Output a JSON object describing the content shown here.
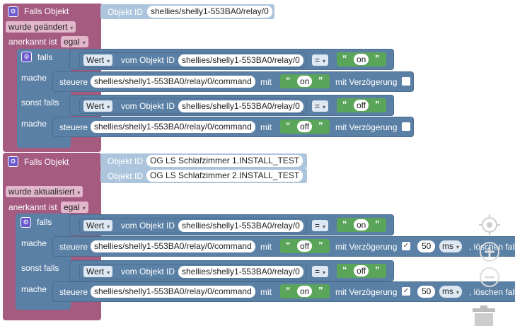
{
  "block1": {
    "title": "Falls Objekt",
    "objid_label": "Objekt ID",
    "objid_value": "shellies/shelly1-553BA0/relay/0",
    "change_dd": "wurde geändert",
    "ack_label": "anerkannt ist",
    "ack_dd": "egal",
    "if_label": "falls",
    "wert_dd": "Wert",
    "vom_label": "vom Objekt ID",
    "cmp1_obj": "shellies/shelly1-553BA0/relay/0",
    "op": "=",
    "cmp1_val": "on",
    "do_label": "mache",
    "steuere_label": "steuere",
    "cmd_obj": "shellies/shelly1-553BA0/relay/0/command",
    "mit_label": "mit",
    "set1_val": "on",
    "delay_label": "mit Verzögerung",
    "elseif_label": "sonst falls",
    "cmp2_obj": "shellies/shelly1-553BA0/relay/0",
    "cmp2_val": "off",
    "set2_val": "off"
  },
  "block2": {
    "title": "Falls Objekt",
    "objid_label": "Objekt ID",
    "obj1": "OG LS Schlafzimmer 1.INSTALL_TEST",
    "obj2": "OG LS Schlafzimmer 2.INSTALL_TEST",
    "change_dd": "wurde aktualisiert",
    "ack_label": "anerkannt ist",
    "ack_dd": "egal",
    "if_label": "falls",
    "wert_dd": "Wert",
    "vom_label": "vom Objekt ID",
    "cmp1_obj": "shellies/shelly1-553BA0/relay/0",
    "op": "=",
    "cmp1_val": "on",
    "do_label": "mache",
    "steuere_label": "steuere",
    "cmd_obj": "shellies/shelly1-553BA0/relay/0/command",
    "mit_label": "mit",
    "set1_val": "off",
    "delay_label": "mit Verzögerung",
    "check_mark": "✓",
    "delay_num": "50",
    "delay_unit": "ms",
    "clear_label": ", löschen falls",
    "elseif_label": "sonst falls",
    "cmp2_obj": "shellies/shelly1-553BA0/relay/0",
    "cmp2_val": "off",
    "set2_val": "on"
  },
  "ui": {
    "dropdown_arrow": "▾",
    "quote_open": "“",
    "quote_close": "”",
    "gear_glyph": "⚙"
  },
  "colors": {
    "trigger": "#a55b80",
    "control": "#5b80a5",
    "string": "#5ba55b",
    "objid": "#adc5dc"
  }
}
